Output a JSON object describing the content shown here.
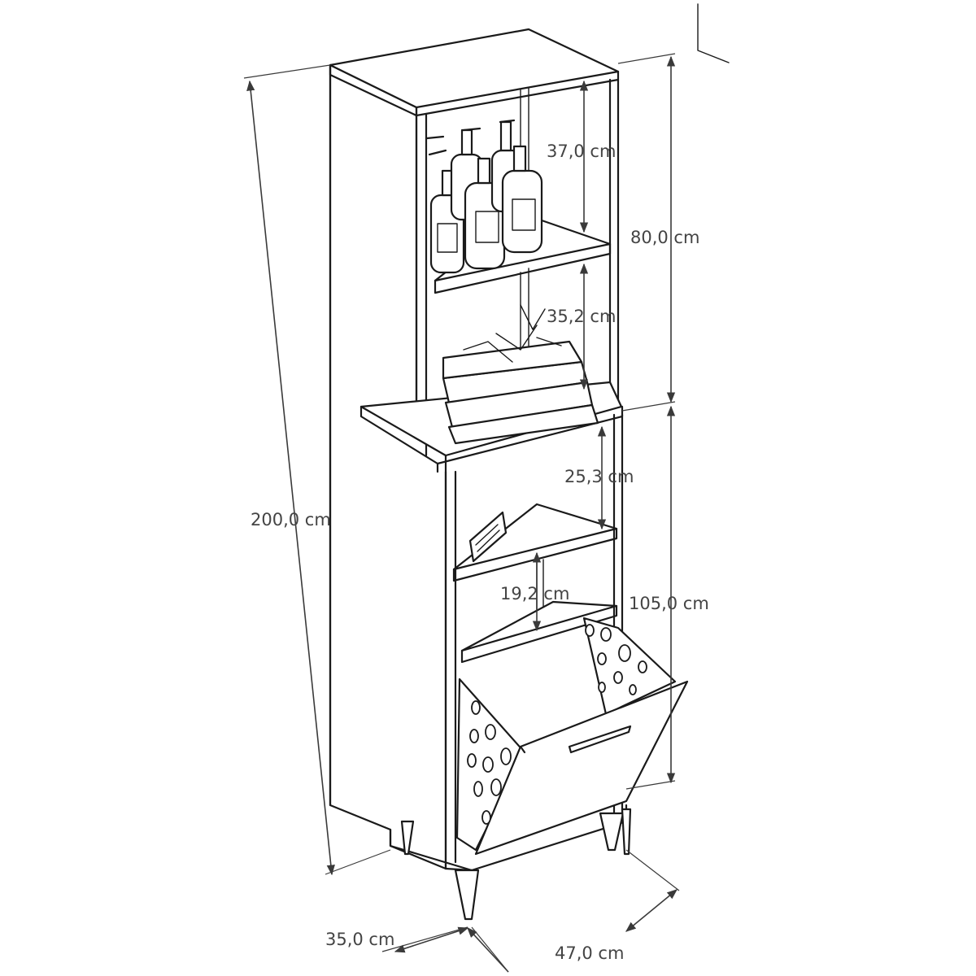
{
  "dimensions": {
    "shelf_top_height": "37,0 cm",
    "upper_module_height": "80,0 cm",
    "shelf_middle_height": "35,2 cm",
    "total_height": "200,0 cm",
    "lower_shelf_height": "25,3 cm",
    "lower_module_height": "105,0 cm",
    "shelf_bottom_height": "19,2 cm",
    "depth": "35,0 cm",
    "width": "47,0 cm"
  }
}
